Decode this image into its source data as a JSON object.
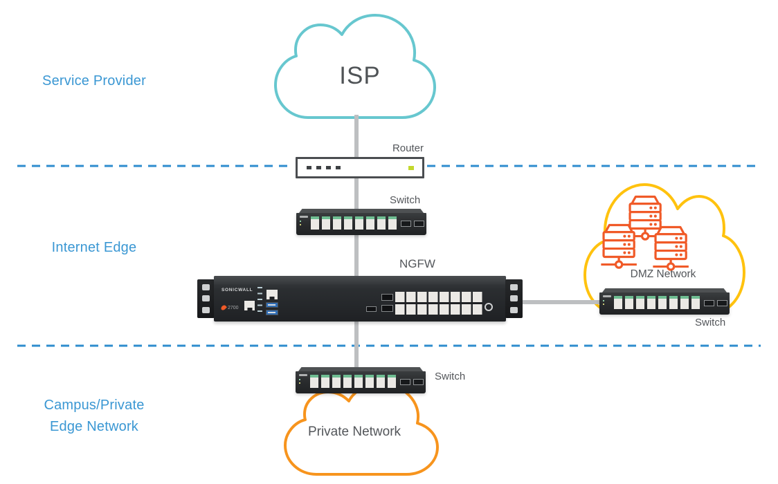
{
  "sections": {
    "service_provider": {
      "label": "Service Provider"
    },
    "internet_edge": {
      "label": "Internet Edge"
    },
    "campus_edge": {
      "line1": "Campus/Private",
      "line2": "Edge Network"
    }
  },
  "nodes": {
    "isp_cloud": {
      "label": "ISP"
    },
    "router": {
      "label": "Router"
    },
    "internet_edge_switch": {
      "label": "Switch"
    },
    "ngfw": {
      "label": "NGFW",
      "brand": "SONICWALL",
      "model": "2700"
    },
    "dmz_cloud": {
      "label": "DMZ Network"
    },
    "dmz_switch": {
      "label": "Switch"
    },
    "campus_switch": {
      "label": "Switch"
    },
    "private_cloud": {
      "label": "Private Network"
    }
  },
  "colors": {
    "section_label": "#3A97D3",
    "boundary_dash": "#2E8CCE",
    "isp_cloud_stroke": "#67C7CF",
    "dmz_cloud_stroke": "#FFC20E",
    "server_icon": "#F05A28",
    "private_cloud_stroke": "#F7941D",
    "device_label": "#53565A",
    "connector": "#BDBFC1"
  }
}
